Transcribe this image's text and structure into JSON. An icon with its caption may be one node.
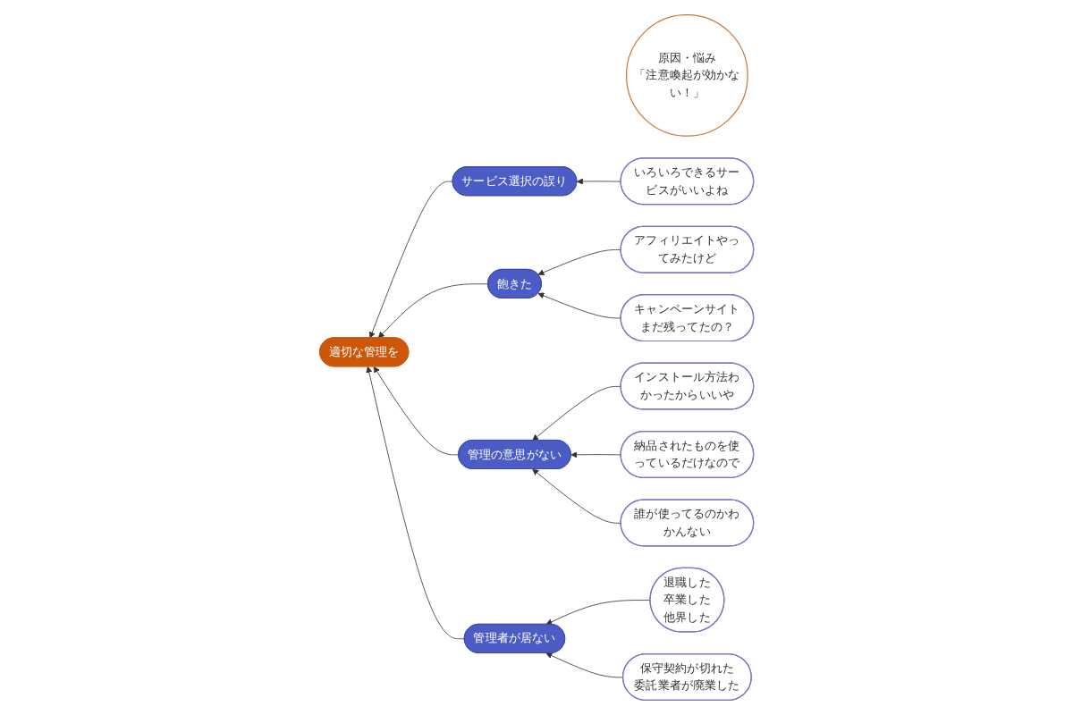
{
  "diagram": {
    "nodes": [
      {
        "text": [
          "原因・悩み",
          "「注意喚起が効かない！」"
        ]
      },
      {
        "text": [
          "適切な管理を"
        ]
      },
      {
        "text": [
          "サービス選択の誤り"
        ]
      },
      {
        "text": [
          "飽きた"
        ]
      },
      {
        "text": [
          "管理の意思がない"
        ]
      },
      {
        "text": [
          "管理者が居ない"
        ]
      },
      {
        "text": [
          "いろいろできるサービスがいいよね"
        ]
      },
      {
        "text": [
          "アフィリエイトやってみたけど"
        ]
      },
      {
        "text": [
          "キャンペーンサイトまだ残ってたの？"
        ]
      },
      {
        "text": [
          "インストール方法わかったからいいや"
        ]
      },
      {
        "text": [
          "納品されたものを使っているだけなので"
        ]
      },
      {
        "text": [
          "誰が使ってるのかわかんない"
        ]
      },
      {
        "text": [
          "退職した",
          "卒業した",
          "他界した"
        ]
      },
      {
        "text": [
          "保守契約が切れた",
          "委託業者が廃業した"
        ]
      }
    ],
    "edges": [
      {
        "from": 2,
        "to": 1,
        "arrow": "to"
      },
      {
        "from": 3,
        "to": 1,
        "arrow": "to"
      },
      {
        "from": 4,
        "to": 1,
        "arrow": "to"
      },
      {
        "from": 5,
        "to": 1,
        "arrow": "to"
      },
      {
        "from": 6,
        "to": 2,
        "arrow": "to"
      },
      {
        "from": 7,
        "to": 3,
        "arrow": "to"
      },
      {
        "from": 8,
        "to": 3,
        "arrow": "to"
      },
      {
        "from": 9,
        "to": 4,
        "arrow": "to"
      },
      {
        "from": 10,
        "to": 4,
        "arrow": "to"
      },
      {
        "from": 11,
        "to": 4,
        "arrow": "to"
      },
      {
        "from": 12,
        "to": 5,
        "arrow": "to"
      },
      {
        "from": 13,
        "to": 5,
        "arrow": "to"
      }
    ]
  }
}
